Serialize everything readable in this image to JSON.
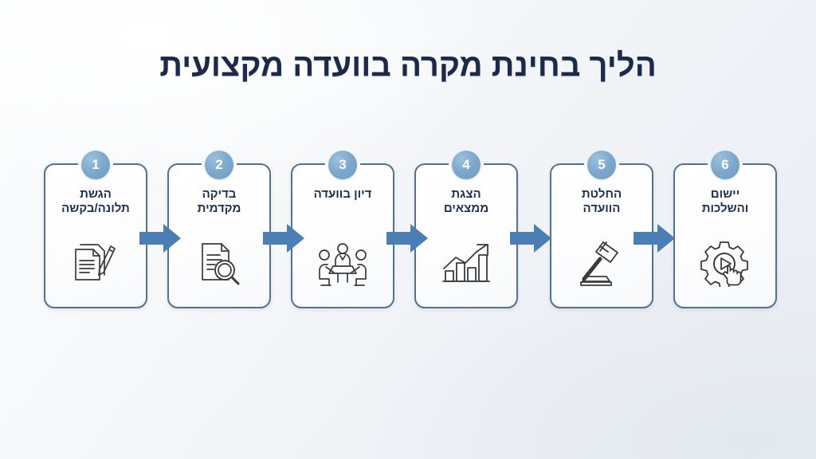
{
  "slide": {
    "title": "הליך בחינת מקרה בוועדה מקצועית",
    "direction": "rtl",
    "background_color": "#f2f5f8"
  },
  "theme": {
    "title_color": "#1b2a4a",
    "card_border_color": "#52728f",
    "card_background": "#ffffff",
    "badge_color": "#7ba7cc",
    "badge_text_color": "#ffffff",
    "label_color": "#1e3050",
    "icon_stroke_color": "#3a3a3a",
    "arrow_color": "#4a7eb5"
  },
  "flow": {
    "arrow_count": 5,
    "arrow_icon": "arrow-right-icon",
    "steps": [
      {
        "number": "1",
        "label": "הגשת\nתלונה/בקשה",
        "label_lines": [
          "הגשת",
          "תלונה/בקשה"
        ],
        "icon": "documents-with-pen-icon"
      },
      {
        "number": "2",
        "label": "בדיקה\nמקדמית",
        "label_lines": [
          "בדיקה",
          "מקדמית"
        ],
        "icon": "document-magnifier-icon"
      },
      {
        "number": "3",
        "label": "דיון בוועדה",
        "label_lines": [
          "דיון בוועדה"
        ],
        "icon": "committee-meeting-icon"
      },
      {
        "number": "4",
        "label": "הצגת\nממצאים",
        "label_lines": [
          "הצגת",
          "ממצאים"
        ],
        "icon": "bar-chart-growth-icon"
      },
      {
        "number": "5",
        "label": "החלטת\nהוועדה",
        "label_lines": [
          "החלטת",
          "הוועדה"
        ],
        "icon": "gavel-icon"
      },
      {
        "number": "6",
        "label": "יישום\nוהשלכות",
        "label_lines": [
          "יישום",
          "והשלכות"
        ],
        "icon": "gear-play-cursor-icon"
      }
    ]
  }
}
